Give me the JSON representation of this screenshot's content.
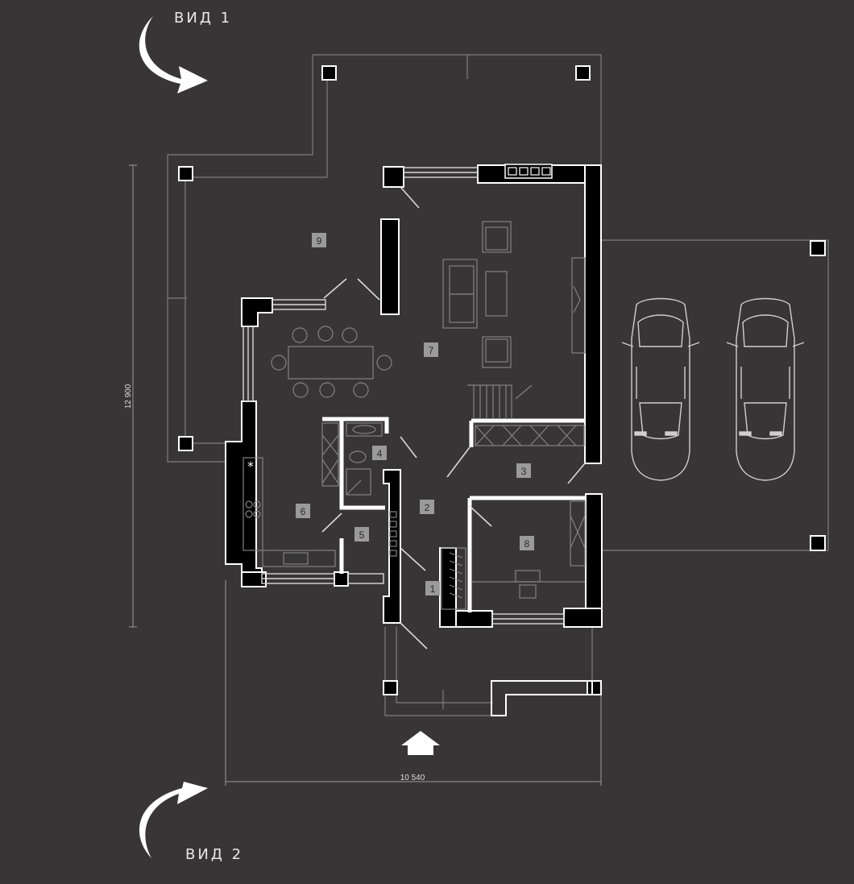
{
  "views": {
    "view1": "ВИД 1",
    "view2": "ВИД 2"
  },
  "dimensions": {
    "width": "10 540",
    "height": "12 900"
  },
  "rooms": [
    "1",
    "2",
    "3",
    "4",
    "5",
    "6",
    "7",
    "8",
    "9"
  ],
  "colors": {
    "background": "#383536",
    "wall": "#000000",
    "line": "#ffffff",
    "thin_line": "#8a8a8a",
    "room_tag": "#9a9a9a"
  }
}
